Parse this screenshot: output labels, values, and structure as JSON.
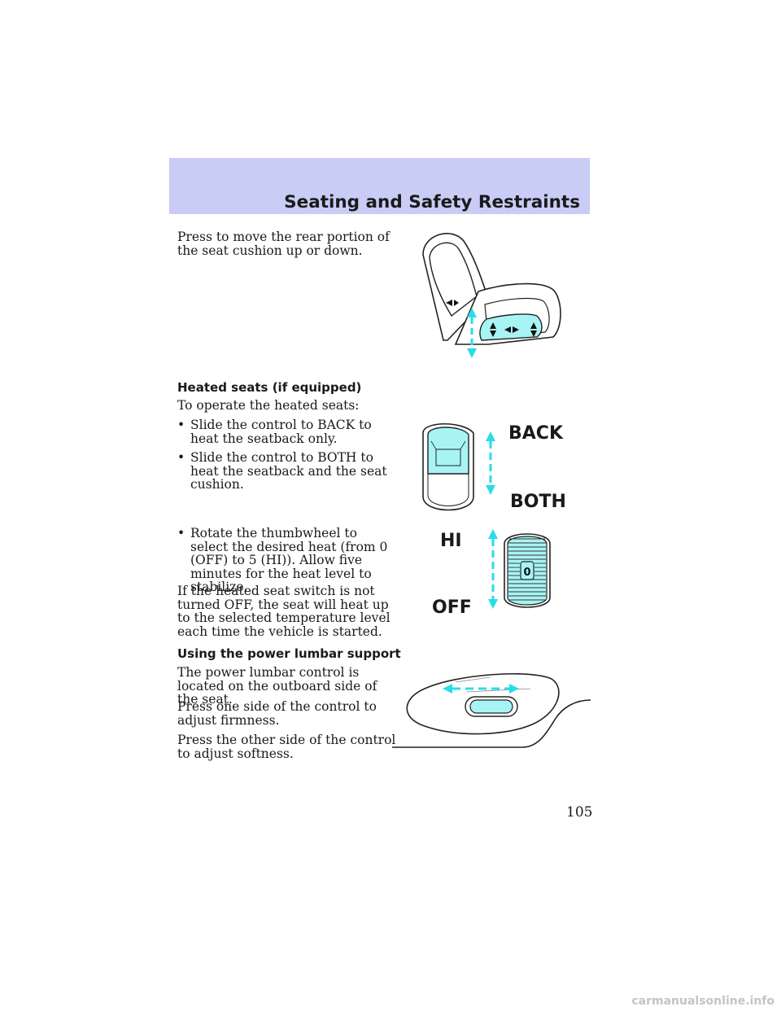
{
  "header": {
    "title": "Seating and Safety Restraints"
  },
  "sections": {
    "rear_cushion": {
      "text": "Press to move the rear portion of the seat cushion up or down."
    },
    "heated": {
      "heading": "Heated seats (if equipped)",
      "intro": "To operate the heated seats:",
      "bullets": [
        "Slide the control to BACK to heat the seatback only.",
        "Slide the control to BOTH to heat the seatback and the seat cushion.",
        "Rotate the thumbwheel to select the desired heat (from 0 (OFF) to 5 (HI)). Allow five minutes for the heat level to stabilize."
      ],
      "note": "If the heated seat switch is not turned OFF, the seat will heat up to the selected temperature level each time the vehicle is started.",
      "slide_labels": {
        "back": "BACK",
        "both": "BOTH"
      },
      "wheel_labels": {
        "hi": "HI",
        "off": "OFF",
        "wheel_value": "0"
      }
    },
    "lumbar": {
      "heading": "Using the power lumbar support",
      "paragraphs": [
        "The power lumbar control is located on the outboard side of the seat.",
        "Press one side of the control to adjust firmness.",
        "Press the other side of the control to adjust softness."
      ]
    }
  },
  "page_number": "105",
  "footer": "carmanualsonline.info",
  "colors": {
    "header_bg": "#c9ccf5",
    "accent_cyan": "#29dce8",
    "switch_fill": "#a8f4f4"
  }
}
